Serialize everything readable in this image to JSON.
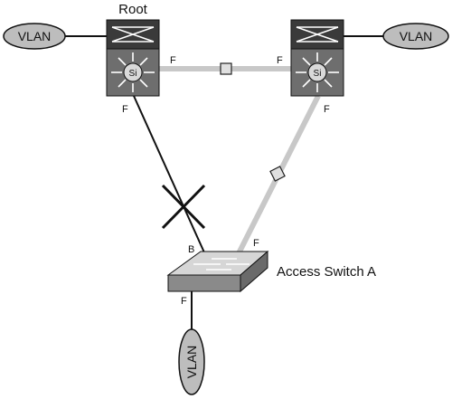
{
  "title": "",
  "root_label": "Root",
  "vlan_labels": {
    "left": "VLAN",
    "right": "VLAN",
    "bottom": "VLAN"
  },
  "access_switch_label": "Access Switch A",
  "port_labels": {
    "root_right": "F",
    "right_switch_left": "F",
    "root_bottom": "F",
    "right_switch_bottom": "F",
    "access_blocking": "B",
    "access_forwarding": "F",
    "access_bottom": "F"
  },
  "colors": {
    "forwarding_link": "#c8c8c8",
    "blocked_link": "#111111",
    "switch_body": "#6e6e6e",
    "vlan_fill": "#bdbdbd"
  }
}
